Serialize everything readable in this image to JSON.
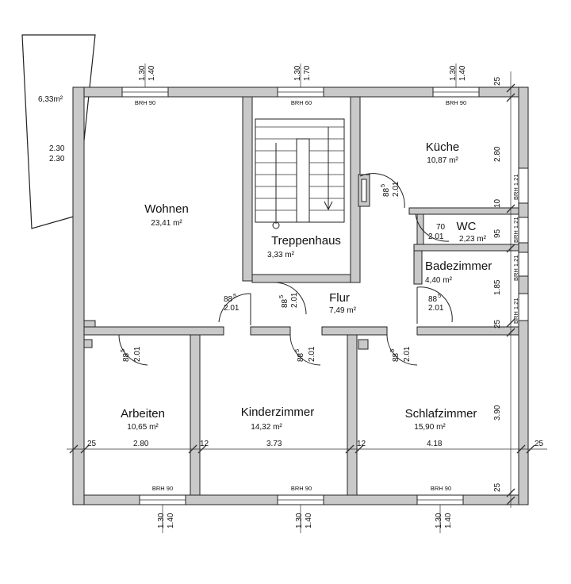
{
  "rooms": {
    "wohnen": {
      "name": "Wohnen",
      "area": "23,41 m²"
    },
    "treppenhaus": {
      "name": "Treppenhaus",
      "area": "3,33 m²"
    },
    "kueche": {
      "name": "Küche",
      "area": "10,87 m²"
    },
    "wc": {
      "name": "WC",
      "area": "2,23 m²"
    },
    "bad": {
      "name": "Badezimmer",
      "area": "4,40 m²"
    },
    "flur": {
      "name": "Flur",
      "area": "7,49 m²"
    },
    "arbeiten": {
      "name": "Arbeiten",
      "area": "10,65 m²"
    },
    "kinder": {
      "name": "Kinderzimmer",
      "area": "14,32 m²"
    },
    "schlaf": {
      "name": "Schlafzimmer",
      "area": "15,90 m²"
    }
  },
  "balcony": {
    "area": "6,33m²",
    "dim_a": "2.30",
    "dim_b": "2.30"
  },
  "windows": {
    "top_wohnen": {
      "a": "1.30",
      "b": "1.40",
      "brh": "BRH 90"
    },
    "top_treppe": {
      "a": "1.30",
      "b": "1.70",
      "brh": "BRH 60"
    },
    "top_kueche": {
      "a": "1.30",
      "b": "1.40",
      "brh": "BRH 90"
    },
    "bottom_arbeiten": {
      "a": "1.30",
      "b": "1.40",
      "brh": "BRH 90"
    },
    "bottom_kinder": {
      "a": "1.30",
      "b": "1.40",
      "brh": "BRH 90"
    },
    "bottom_schlaf": {
      "a": "1.30",
      "b": "1.40",
      "brh": "BRH 90"
    },
    "right_kueche": "BRH 1.21",
    "right_wc": "BRH 1.21",
    "right_bad1": "BRH 1.21",
    "right_bad2": "BRH 1.21"
  },
  "doors": {
    "wohnen": {
      "w": "88",
      "sup": "5",
      "h": "2.01"
    },
    "treppe": {
      "w": "88",
      "sup": "5",
      "h": "2.01"
    },
    "kueche": {
      "w": "88",
      "sup": "5",
      "h": "2.01"
    },
    "wc": {
      "w": "70",
      "h": "2.01"
    },
    "bad": {
      "w": "88",
      "sup": "5",
      "h": "2.01"
    },
    "arbeiten": {
      "w": "88",
      "sup": "5",
      "h": "2.01"
    },
    "kinder": {
      "w": "88",
      "sup": "5",
      "h": "2.01"
    },
    "schlaf": {
      "w": "88",
      "sup": "5",
      "h": "2.01"
    }
  },
  "dimensions": {
    "right_top": "25",
    "right_kueche": "2.80",
    "right_10": "10",
    "right_095": "95",
    "right_185": "1.85",
    "right_25b": "25",
    "right_390": "3.90",
    "right_bottom": "25",
    "h_left": "25",
    "h_arbeiten": "2.80",
    "h_12a": "12",
    "h_kinder": "3.73",
    "h_12b": "12",
    "h_schlaf": "4.18",
    "h_right": "25"
  }
}
